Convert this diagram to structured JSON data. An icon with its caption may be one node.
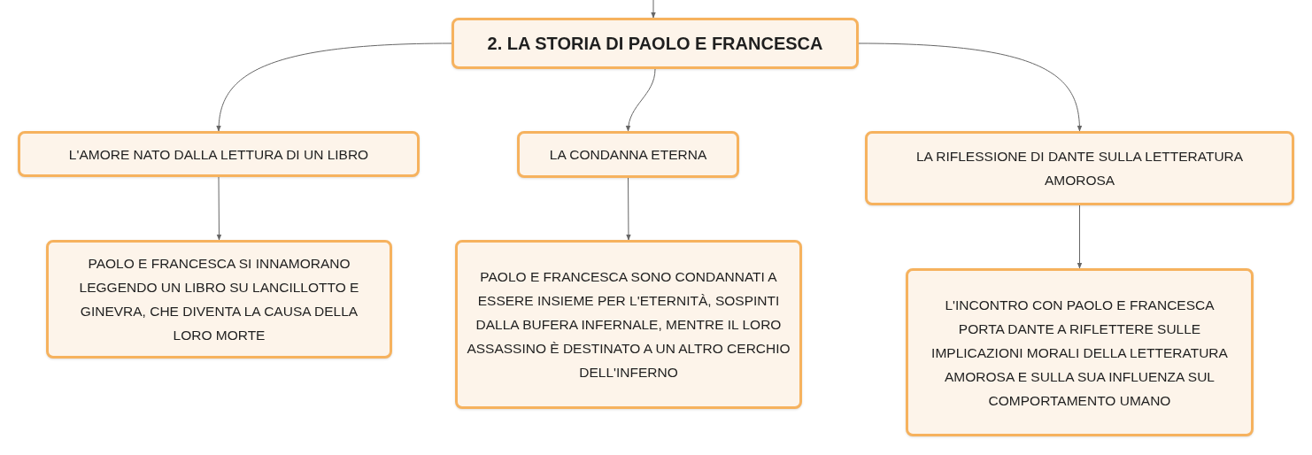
{
  "diagram": {
    "nodes": [
      {
        "text": [
          "2. LA STORIA DI PAOLO E FRANCESCA"
        ]
      },
      {
        "text": [
          "L'AMORE NATO DALLA LETTURA DI UN LIBRO"
        ]
      },
      {
        "text": [
          "LA CONDANNA ETERNA"
        ]
      },
      {
        "text": [
          "LA RIFLESSIONE DI DANTE SULLA LETTERATURA AMOROSA"
        ]
      },
      {
        "text": [
          "PAOLO E FRANCESCA SI INNAMORANO LEGGENDO UN LIBRO SU LANCILLOTTO E GINEVRA, CHE DIVENTA LA CAUSA DELLA LORO MORTE"
        ]
      },
      {
        "text": [
          "PAOLO E FRANCESCA SONO CONDANNATI A ESSERE INSIEME PER L'ETERNITÀ, SOSPINTI DALLA BUFERA INFERNALE, MENTRE IL LORO ASSASSINO È DESTINATO A UN ALTRO CERCHIO DELL'INFERNO"
        ]
      },
      {
        "text": [
          "L'INCONTRO CON PAOLO E FRANCESCA PORTA DANTE A RIFLETTERE SULLE IMPLICAZIONI MORALI DELLA LETTERATURA AMOROSA E SULLA SUA INFLUENZA SUL COMPORTAMENTO UMANO"
        ]
      }
    ],
    "edges": [
      {
        "from": null,
        "to": 0,
        "arrow": "to"
      },
      {
        "from": 0,
        "to": 1,
        "arrow": "to"
      },
      {
        "from": 0,
        "to": 2,
        "arrow": "to"
      },
      {
        "from": 0,
        "to": 3,
        "arrow": "to"
      },
      {
        "from": 1,
        "to": 4,
        "arrow": "to"
      },
      {
        "from": 2,
        "to": 5,
        "arrow": "to"
      },
      {
        "from": 3,
        "to": 6,
        "arrow": "to"
      }
    ]
  }
}
